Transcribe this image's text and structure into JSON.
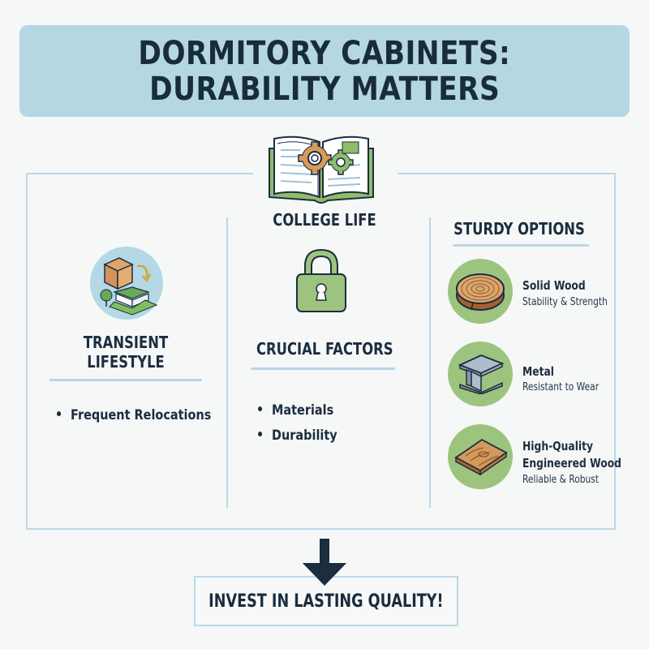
{
  "header": {
    "title_line1": "DORMITORY CABINETS:",
    "title_line2": "DURABILITY MATTERS",
    "background_color": "#b5d7e3"
  },
  "top_icon": {
    "icon": "open-book-with-gears-icon",
    "label": "COLLEGE LIFE"
  },
  "columns": [
    {
      "id": "transient",
      "icon": "moving-box-house-icon",
      "heading_line1": "TRANSIENT",
      "heading_line2": "LIFESTYLE",
      "bullets": [
        "Frequent Relocations"
      ]
    },
    {
      "id": "crucial",
      "icon": "padlock-icon",
      "heading": "CRUCIAL FACTORS",
      "bullets": [
        "Materials",
        "Durability"
      ]
    },
    {
      "id": "sturdy",
      "heading": "STURDY OPTIONS",
      "options": [
        {
          "icon": "wood-log-slice-icon",
          "title": "Solid Wood",
          "subtitle": "Stability & Strength"
        },
        {
          "icon": "steel-i-beam-icon",
          "title": "Metal",
          "subtitle": "Resistant to Wear"
        },
        {
          "icon": "wood-plank-icon",
          "title_line1": "High-Quality",
          "title_line2": "Engineered Wood",
          "subtitle": "Reliable & Robust"
        }
      ]
    }
  ],
  "cta": {
    "icon": "down-arrow-icon",
    "label": "INVEST IN LASTING QUALITY!"
  },
  "colors": {
    "text_dark": "#1b2d3f",
    "border_blue": "#bcd8e6",
    "accent_green": "#9cc47e",
    "accent_orange": "#d79a5a"
  }
}
